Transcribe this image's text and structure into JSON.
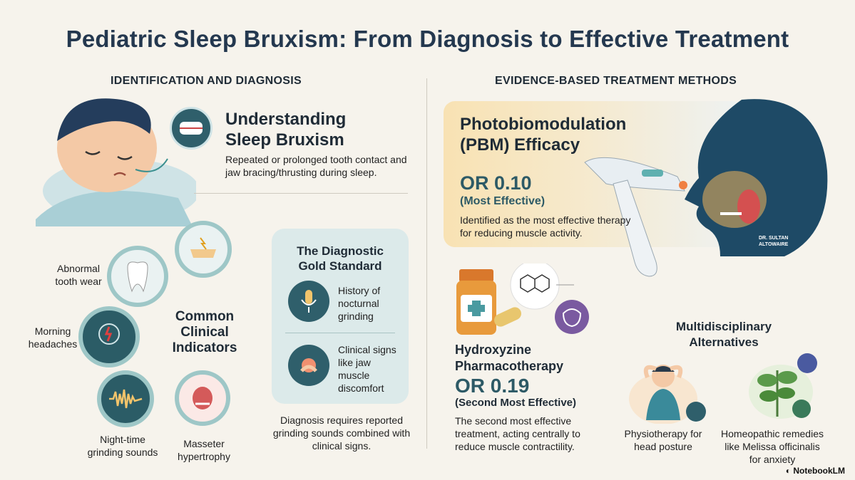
{
  "title": "Pediatric Sleep Bruxism: From Diagnosis to Effective Treatment",
  "left": {
    "heading": "IDENTIFICATION AND DIAGNOSIS",
    "understanding": {
      "title": "Understanding Sleep Bruxism",
      "desc": "Repeated or prolonged tooth contact and jaw bracing/thrusting during sleep."
    },
    "indicators": {
      "title": "Common Clinical Indicators",
      "items": [
        "Abnormal tooth wear",
        "Morning headaches",
        "Night-time grinding sounds",
        "Masseter hypertrophy"
      ]
    },
    "diagnostic": {
      "title": "The Diagnostic Gold Standard",
      "item1": "History of nocturnal grinding",
      "item2": "Clinical signs like jaw muscle discomfort",
      "note": "Diagnosis requires reported grinding sounds combined with clinical signs."
    }
  },
  "right": {
    "heading": "EVIDENCE-BASED TREATMENT METHODS",
    "pbm": {
      "title": "Photobiomodulation (PBM) Efficacy",
      "or": "OR 0.10",
      "rank": "(Most Effective)",
      "desc": "Identified as the most effective therapy for reducing muscle activity.",
      "watermark": "DR. SULTAN ALTOWAIRE"
    },
    "hydroxyzine": {
      "title": "Hydroxyzine Pharmacotherapy",
      "or": "OR 0.19",
      "rank": "(Second Most Effective)",
      "desc": "The second most effective treatment, acting centrally to reduce muscle contractility."
    },
    "multi": {
      "title": "Multidisciplinary Alternatives",
      "physio": "Physiotherapy for head posture",
      "homeo": "Homeopathic remedies like Melissa officinalis for anxiety"
    }
  },
  "footer": "NotebookLM",
  "colors": {
    "teal": "#2f5f6b",
    "title": "#24384f",
    "amber": "#f2c46b",
    "background": "#f6f3ec"
  }
}
